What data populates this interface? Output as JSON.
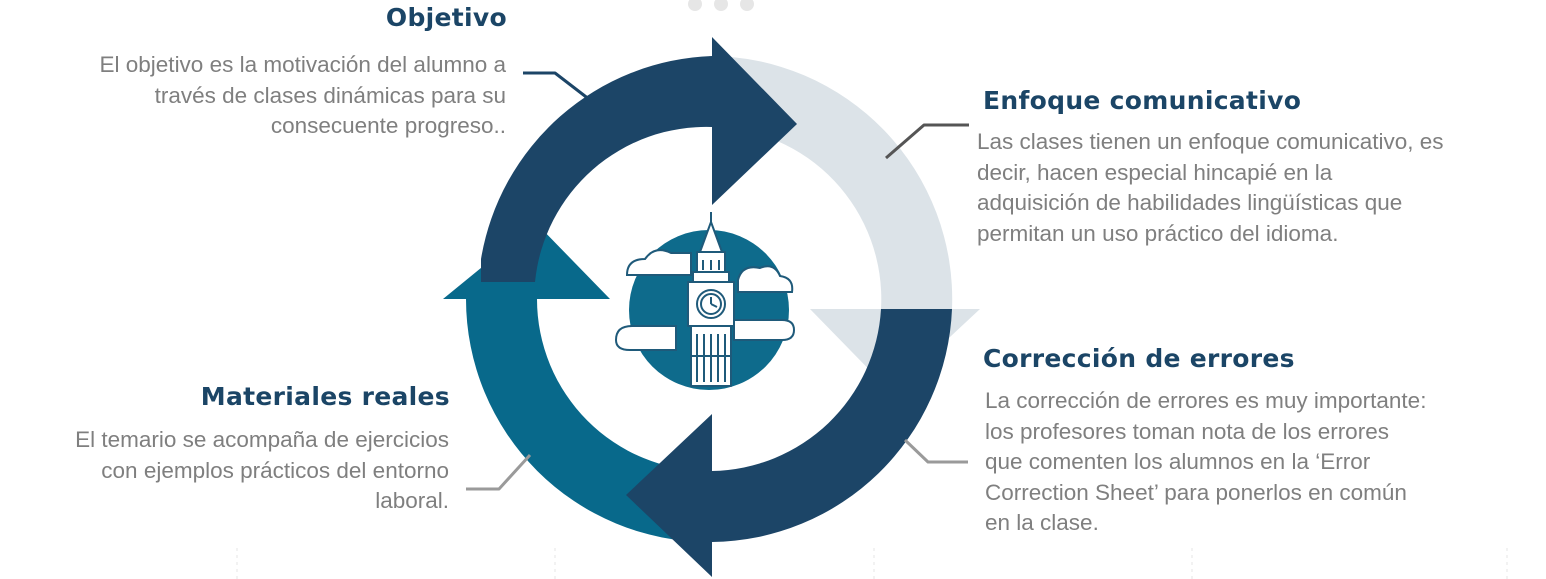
{
  "sections": {
    "objetivo": {
      "title": "Objetivo",
      "lines": [
        "El objetivo es la motivación del alumno a",
        "través de clases dinámicas para su",
        "consecuente progreso.."
      ]
    },
    "enfoque": {
      "title": "Enfoque comunicativo",
      "lines": [
        "Las clases tienen un enfoque comunicativo, es",
        "decir, hacen especial hincapié en la",
        "adquisición de habilidades lingüísticas que",
        "permitan un uso práctico del idioma."
      ]
    },
    "correccion": {
      "title": "Corrección de errores",
      "lines": [
        "La corrección de errores es muy importante:",
        "los profesores toman nota de los errores",
        "que comenten los alumnos en la ‘Error",
        "Correction Sheet’ para ponerlos en común",
        "en la clase."
      ]
    },
    "materiales": {
      "title": "Materiales reales",
      "lines": [
        "El temario se acompaña de ejercicios",
        "con ejemplos prácticos del entorno",
        "laboral."
      ]
    }
  },
  "center_icon": "big-ben-clock-tower-icon",
  "colors": {
    "heading": "#1b4566",
    "body_text": "#7f7f7f",
    "arrow_dark_navy": "#1c4567",
    "arrow_light_gray": "#dce3e8",
    "arrow_teal": "#08698b",
    "icon_circle": "#0e6b8c",
    "icon_outline": "#1f5a7a",
    "connector": "#555555"
  }
}
